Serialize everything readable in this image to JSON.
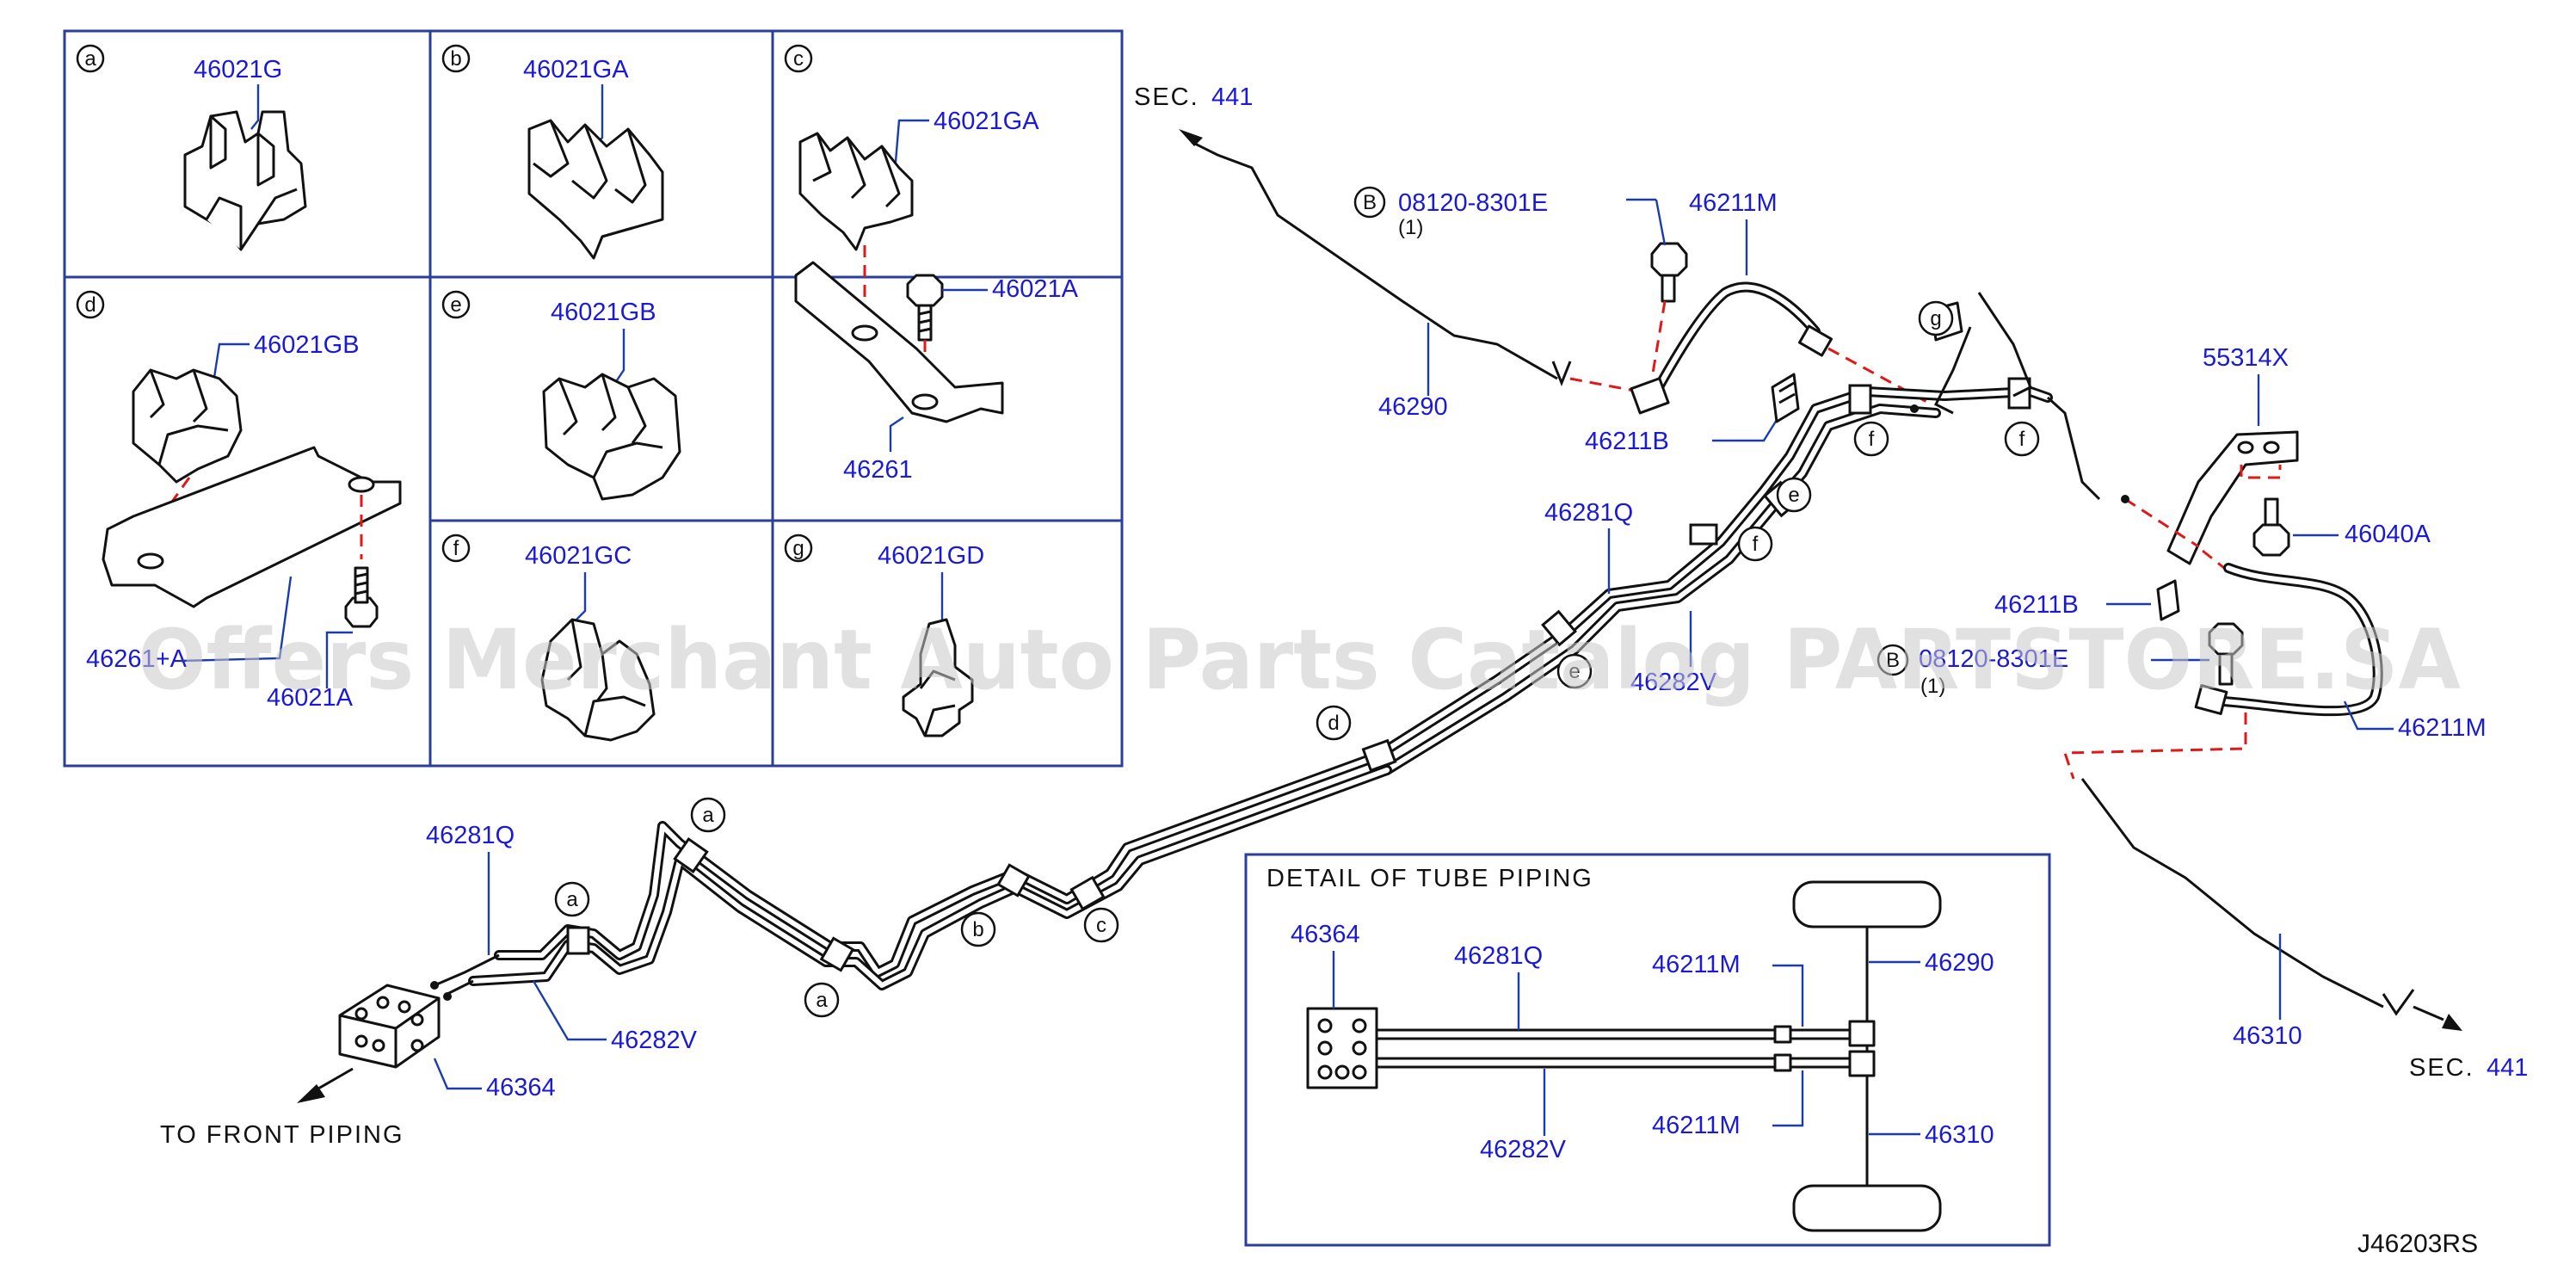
{
  "panels": {
    "a": {
      "letter": "a",
      "part": "46021G"
    },
    "b": {
      "letter": "b",
      "part": "46021GA"
    },
    "c": {
      "letter": "c",
      "part": "46021GA",
      "bolt": "46021A",
      "bracket": "46261"
    },
    "d": {
      "letter": "d",
      "part": "46021GB",
      "bracket": "46261+A",
      "bolt": "46021A"
    },
    "e": {
      "letter": "e",
      "part": "46021GB"
    },
    "f": {
      "letter": "f",
      "part": "46021GC"
    },
    "g": {
      "letter": "g",
      "part": "46021GD"
    }
  },
  "main": {
    "sec_top_label": "SEC.",
    "sec_top_num": "441",
    "sec_bottom_label": "SEC.",
    "sec_bottom_num": "441",
    "bolt_code_top": "08120-8301E",
    "bolt_code_top_marker": "B",
    "bolt_qty_top": "(1)",
    "bolt_code_mid": "08120-8301E",
    "bolt_code_mid_marker": "B",
    "bolt_qty_mid": "(1)",
    "hose_top": "46211M",
    "hose_right": "46211M",
    "clip_top": "46211B",
    "clip_right": "46211B",
    "tube_rear_left": "46290",
    "tube_rear_right": "46310",
    "bracket_right": "55314X",
    "bolt_right": "46040A",
    "tube_upper_281": "46281Q",
    "tube_upper_282": "46282V",
    "tube_lower_281": "46281Q",
    "tube_lower_282": "46282V",
    "junction": "46364",
    "front_piping": "TO   FRONT   PIPING",
    "clip_letters": {
      "a1": "a",
      "a2": "a",
      "a3": "a",
      "b": "b",
      "c": "c",
      "d": "d",
      "e1": "e",
      "e2": "e",
      "f1": "f",
      "f2": "f",
      "f3": "f",
      "g": "g"
    }
  },
  "detail": {
    "title": "DETAIL   OF   TUBE   PIPING",
    "junction": "46364",
    "tube_281": "46281Q",
    "tube_282": "46282V",
    "hose_upper": "46211M",
    "hose_lower": "46211M",
    "tube_upper": "46290",
    "tube_lower": "46310"
  },
  "drawing_code": "J46203RS",
  "watermark": "Offers Merchant Auto Parts Catalog PARTSTORE.SA"
}
